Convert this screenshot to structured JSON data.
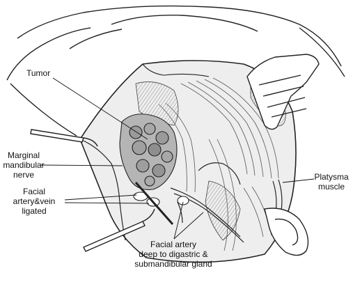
{
  "labels": {
    "tumor": "Tumor",
    "marginal_mandibular_nerve": [
      "Marginal",
      "mandibular",
      "nerve"
    ],
    "facial_artery_vein_ligated": [
      "Facial",
      "artery&vein",
      "ligated"
    ],
    "platysma_muscle": [
      "Platysma",
      "muscle"
    ],
    "facial_artery_deep": [
      "Facial artery",
      "deep to digastric &",
      "submandibular gland"
    ]
  },
  "colors": {
    "ink": "#222222",
    "background": "#ffffff",
    "shade_light": "#d9d9d9",
    "shade_mid": "#a8a8a8",
    "shade_dark": "#6e6e6e"
  }
}
